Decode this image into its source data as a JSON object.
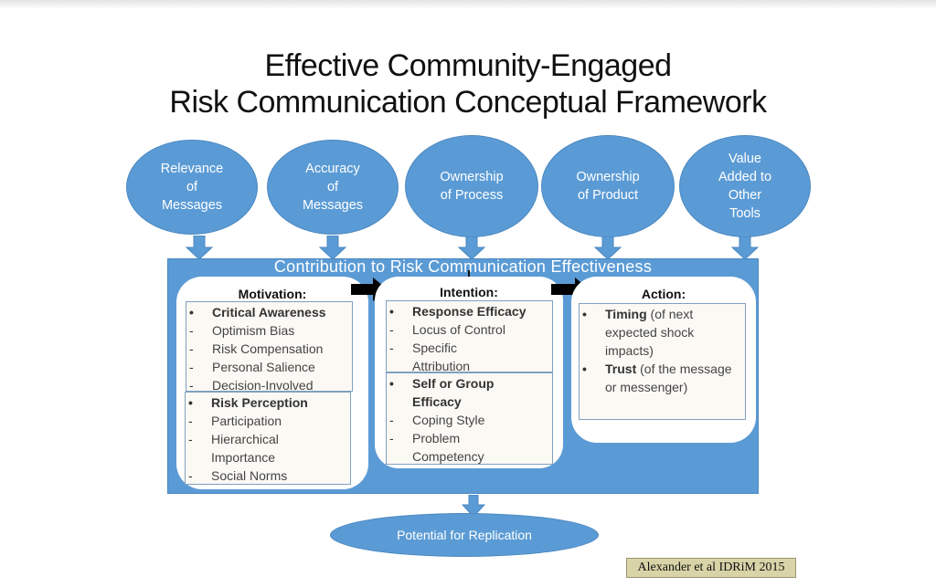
{
  "title": {
    "line1": "Effective Community-Engaged",
    "line2": "Risk Communication Conceptual Framework"
  },
  "inputs": [
    {
      "label": "Relevance\nof\nMessages"
    },
    {
      "label": "Accuracy\nof\nMessages"
    },
    {
      "label": "Ownership\nof Process"
    },
    {
      "label": "Ownership\nof Product"
    },
    {
      "label": "Value\nAdded to\nOther\nTools"
    }
  ],
  "panel": {
    "title": "Contribution to Risk Communication Effectiveness",
    "motivation": {
      "heading": "Motivation:",
      "group1": [
        {
          "marker": "•",
          "text": "Critical Awareness",
          "bold": true
        },
        {
          "marker": "-",
          "text": "Optimism Bias"
        },
        {
          "marker": "-",
          "text": "Risk Compensation"
        },
        {
          "marker": "-",
          "text": "Personal Salience"
        },
        {
          "marker": "-",
          "text": "Decision-Involved"
        }
      ],
      "group2": [
        {
          "marker": "•",
          "text": "Risk Perception",
          "bold": true
        },
        {
          "marker": "-",
          "text": "Participation"
        },
        {
          "marker": "-",
          "text": "Hierarchical Importance"
        },
        {
          "marker": "-",
          "text": "Social Norms"
        }
      ]
    },
    "intention": {
      "heading": "Intention:",
      "group1": [
        {
          "marker": "•",
          "text": "Response Efficacy",
          "bold": true
        },
        {
          "marker": "-",
          "text": "Locus of Control"
        },
        {
          "marker": "-",
          "text": "Specific Attribution"
        }
      ],
      "group2": [
        {
          "marker": "•",
          "text": "Self or Group Efficacy",
          "bold": true
        },
        {
          "marker": "-",
          "text": "Coping Style"
        },
        {
          "marker": "-",
          "text": "Problem Competency"
        }
      ]
    },
    "action": {
      "heading": "Action:",
      "items": [
        {
          "marker": "•",
          "bold_text": "Timing",
          "text": " (of next expected shock impacts)"
        },
        {
          "marker": "•",
          "bold_text": "Trust",
          "text": " (of the message or messenger)"
        }
      ]
    }
  },
  "output": {
    "label": "Potential for Replication"
  },
  "citation": "Alexander et al IDRiM 2015",
  "colors": {
    "primary_blue": "#5b9bd5",
    "arrow_black": "#000000",
    "citation_bg": "#d9d4a8"
  }
}
